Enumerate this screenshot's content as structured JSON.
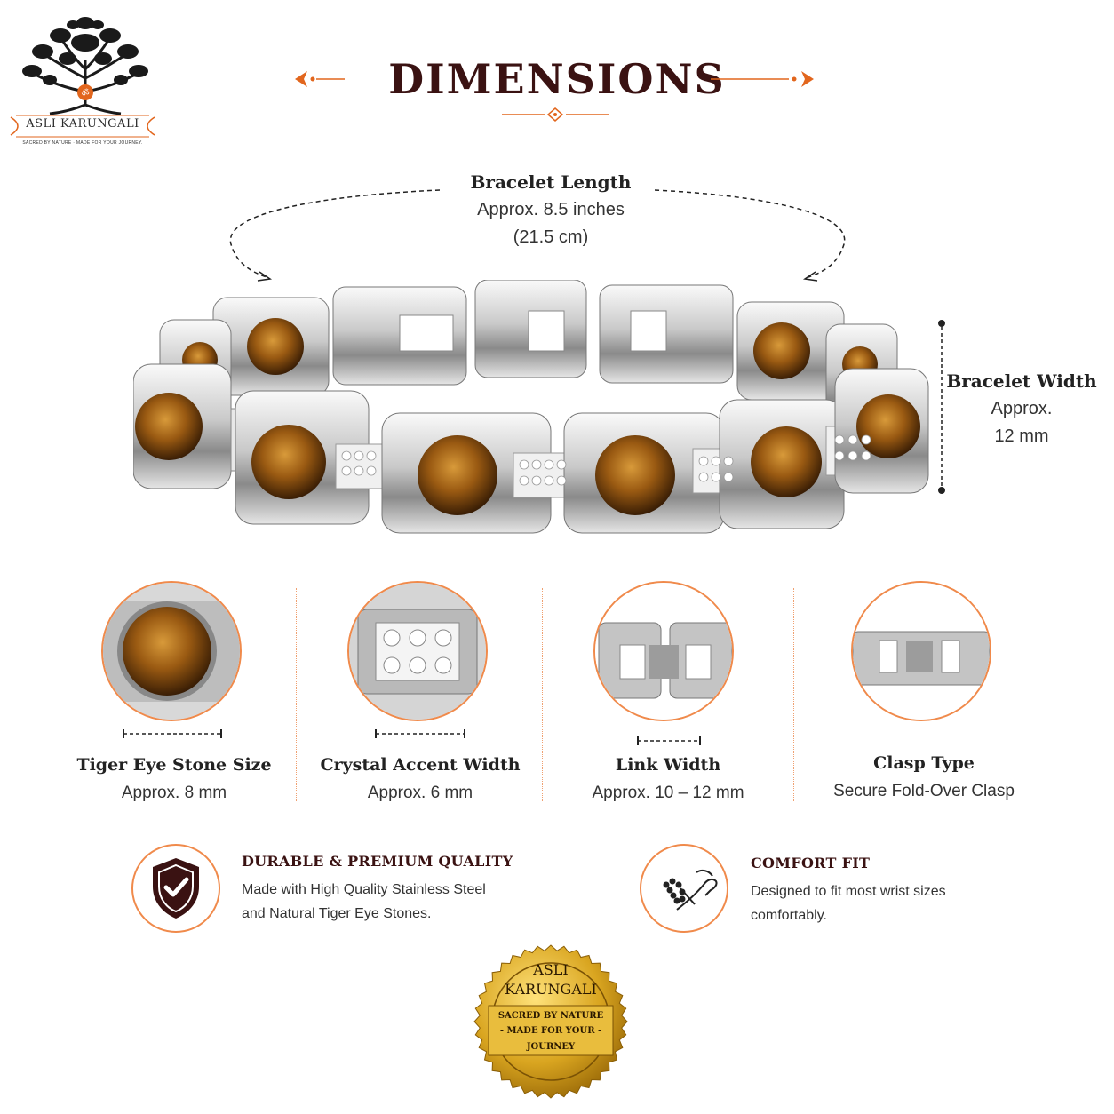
{
  "brand": {
    "name": "ASLI KARUNGALI",
    "tagline": "SACRED BY NATURE · MADE FOR YOUR JOURNEY.",
    "accent_color": "#f08a4b",
    "title_color": "#3a1212"
  },
  "page": {
    "title": "DIMENSIONS"
  },
  "length": {
    "title": "Bracelet Length",
    "value_line1": "Approx. 8.5 inches",
    "value_line2": "(21.5 cm)"
  },
  "width": {
    "title": "Bracelet Width",
    "value_line1": "Approx.",
    "value_line2": "12 mm"
  },
  "details": [
    {
      "title": "Tiger Eye Stone Size",
      "value": "Approx. 8 mm",
      "image": "tiger-eye-stone-closeup"
    },
    {
      "title": "Crystal Accent Width",
      "value": "Approx. 6 mm",
      "image": "crystal-accent-closeup"
    },
    {
      "title": "Link Width",
      "value": "Approx. 10 – 12 mm",
      "image": "link-closeup"
    },
    {
      "title": "Clasp Type",
      "value": "Secure Fold-Over Clasp",
      "image": "clasp-closeup"
    }
  ],
  "features": [
    {
      "title": "DURABLE & PREMIUM QUALITY",
      "line1": "Made with High Quality Stainless Steel",
      "line2": "and Natural Tiger Eye Stones.",
      "icon": "shield-check-icon"
    },
    {
      "title": "COMFORT FIT",
      "line1": "Designed to fit most wrist sizes",
      "line2": "comfortably.",
      "icon": "wrist-bracelet-icon"
    }
  ],
  "seal": {
    "line1": "ASLI",
    "line2": "KARUNGALI",
    "tag1": "SACRED BY NATURE",
    "tag2": "- MADE FOR YOUR -",
    "tag3": "JOURNEY",
    "color": "#d9a520"
  }
}
